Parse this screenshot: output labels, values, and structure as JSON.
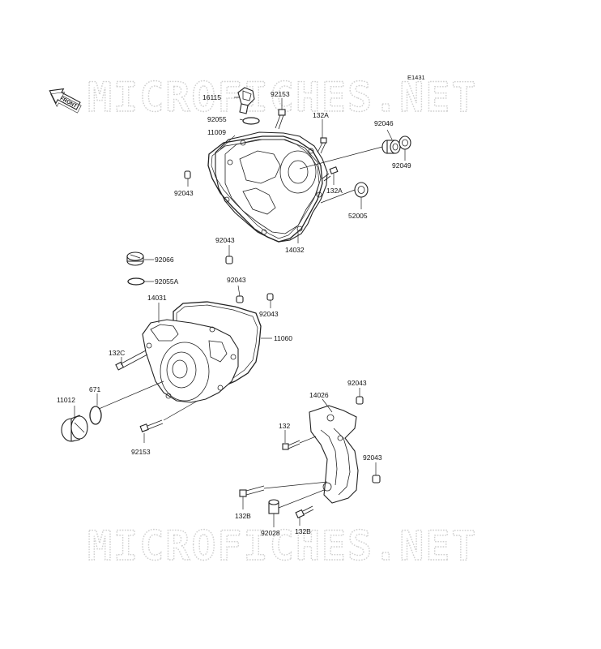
{
  "diagram_code": "E1431",
  "watermarks": [
    "MICROFICHES.NET",
    "MICROFICHES.NET"
  ],
  "front_badge": "FRONT",
  "callouts": [
    {
      "id": "16115",
      "label": "16115"
    },
    {
      "id": "92153-top",
      "label": "92153"
    },
    {
      "id": "92055",
      "label": "92055"
    },
    {
      "id": "11009",
      "label": "11009"
    },
    {
      "id": "132A-top",
      "label": "132A"
    },
    {
      "id": "92046",
      "label": "92046"
    },
    {
      "id": "92049",
      "label": "92049"
    },
    {
      "id": "92043-a",
      "label": "92043"
    },
    {
      "id": "132A-mid",
      "label": "132A"
    },
    {
      "id": "52005",
      "label": "52005"
    },
    {
      "id": "92043-b",
      "label": "92043"
    },
    {
      "id": "14032",
      "label": "14032"
    },
    {
      "id": "92066",
      "label": "92066"
    },
    {
      "id": "92055A",
      "label": "92055A"
    },
    {
      "id": "92043-c",
      "label": "92043"
    },
    {
      "id": "14031",
      "label": "14031"
    },
    {
      "id": "92043-d",
      "label": "92043"
    },
    {
      "id": "11060",
      "label": "11060"
    },
    {
      "id": "132C",
      "label": "132C"
    },
    {
      "id": "671",
      "label": "671"
    },
    {
      "id": "11012",
      "label": "11012"
    },
    {
      "id": "92153-bot",
      "label": "92153"
    },
    {
      "id": "92043-e",
      "label": "92043"
    },
    {
      "id": "14026",
      "label": "14026"
    },
    {
      "id": "132",
      "label": "132"
    },
    {
      "id": "92043-f",
      "label": "92043"
    },
    {
      "id": "132B-left",
      "label": "132B"
    },
    {
      "id": "92028",
      "label": "92028"
    },
    {
      "id": "132B-right",
      "label": "132B"
    }
  ]
}
